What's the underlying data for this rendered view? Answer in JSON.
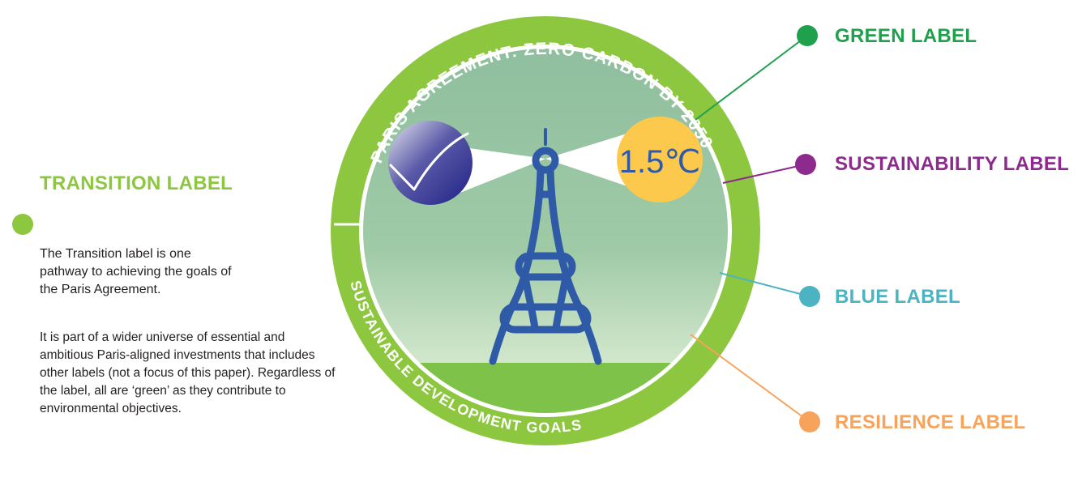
{
  "left_panel": {
    "title": "TRANSITION LABEL",
    "paragraph_1": "The Transition label is one pathway to achieving the goals of the Paris Agreement.",
    "paragraph_2": "It is part of a wider universe of essential and ambitious Paris-aligned investments that includes other labels (not a focus of this paper). Regardless of the label, all are ‘green’ as they contribute to environmental objectives."
  },
  "badge": {
    "ring_top_text": "PARIS AGREEMENT: ZERO CARBON BY 2050",
    "ring_bottom_text": "SUSTAINABLE DEVELOPMENT GOALS",
    "temperature": "1.5℃",
    "tick_icon": "checkmark-icon",
    "landmark_icon": "eiffel-tower-icon"
  },
  "right_labels": [
    {
      "text": "GREEN LABEL",
      "color": "#1ea04c"
    },
    {
      "text": "SUSTAINABILITY LABEL",
      "color": "#8e2a8e"
    },
    {
      "text": "BLUE LABEL",
      "color": "#4bb3c1"
    },
    {
      "text": "RESILIENCE LABEL",
      "color": "#f7a35c"
    }
  ],
  "colors": {
    "transition": "#8dc63f",
    "ring": "#8dc63f",
    "sky_top": "#8fbf9f",
    "ground": "#7fc24a",
    "tower": "#2e5aa7",
    "sun": "#fdc94d",
    "globe": "#2e3192"
  }
}
